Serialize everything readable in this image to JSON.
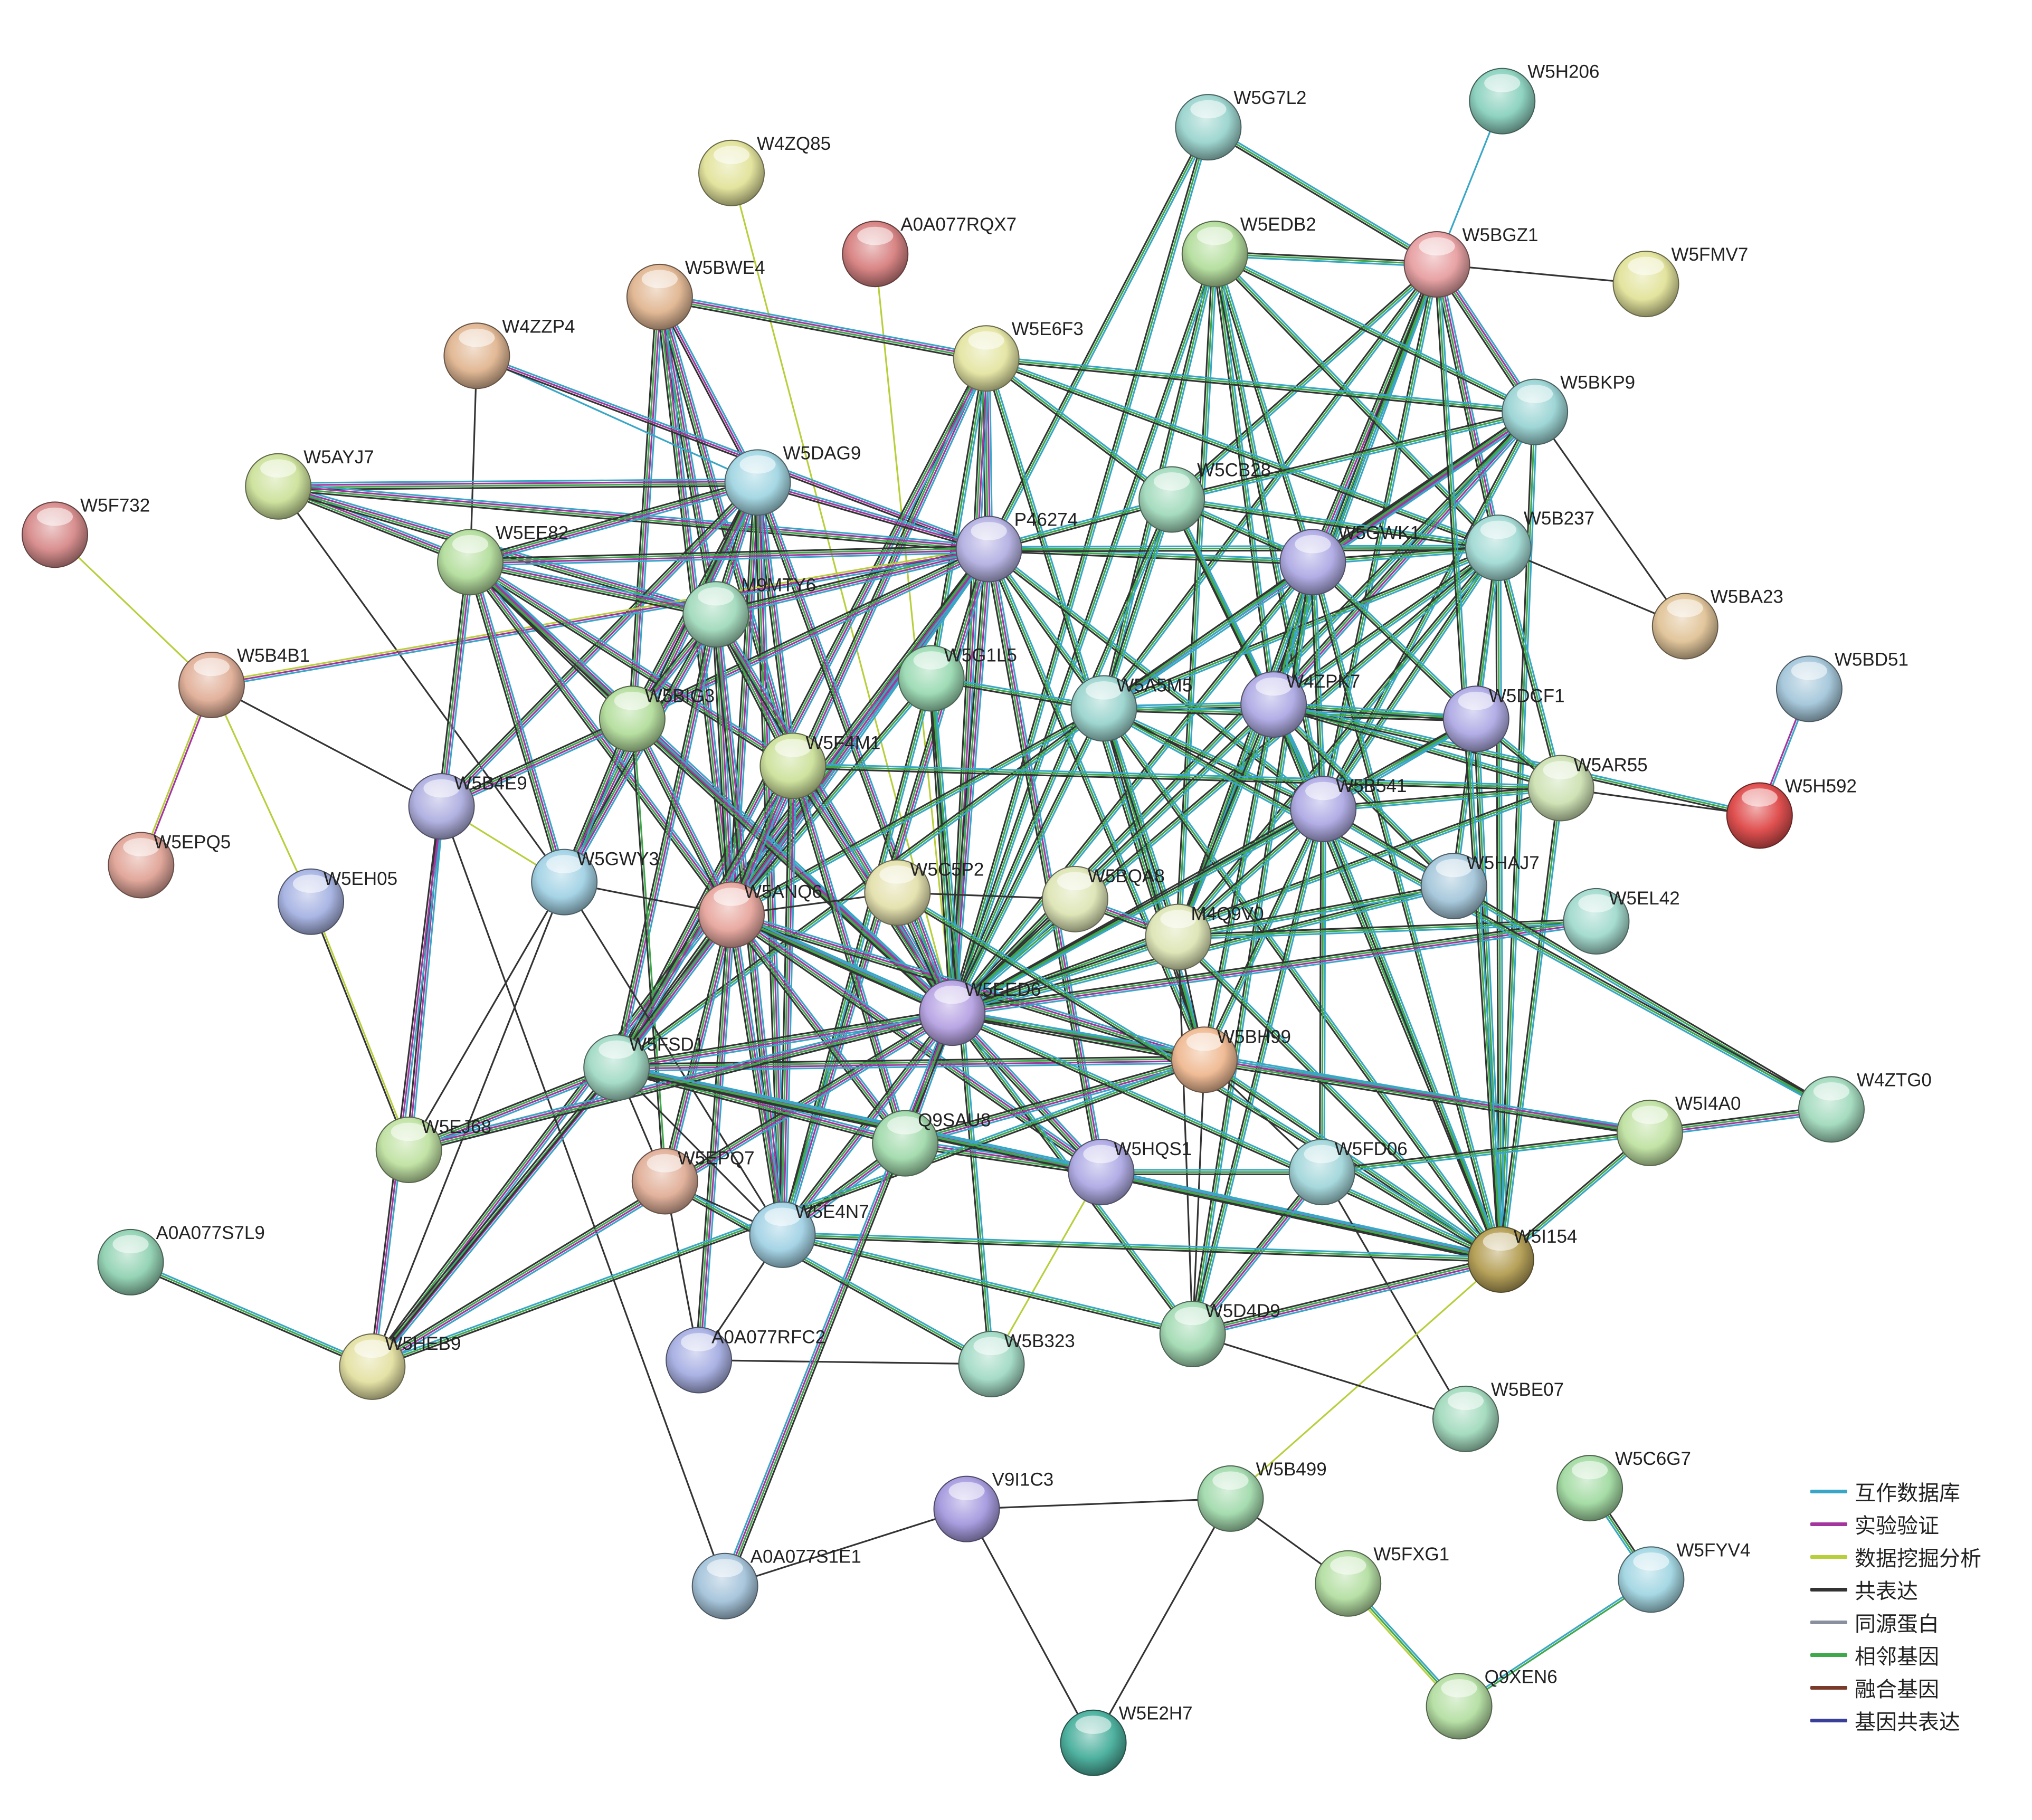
{
  "legend": {
    "items": [
      {
        "label": "互作数据库",
        "color": "#3aa6c6"
      },
      {
        "label": "实验验证",
        "color": "#a4359e"
      },
      {
        "label": "数据挖掘分析",
        "color": "#b8cf3c"
      },
      {
        "label": "共表达",
        "color": "#333333"
      },
      {
        "label": "同源蛋白",
        "color": "#8a8fa0"
      },
      {
        "label": "相邻基因",
        "color": "#3fa84a"
      },
      {
        "label": "融合基因",
        "color": "#7a3a2a"
      },
      {
        "label": "基因共表达",
        "color": "#3a3f9a"
      }
    ]
  },
  "nodes": [
    {
      "id": "W5H206",
      "color": "#8fd3c0"
    },
    {
      "id": "W5G7L2",
      "color": "#9fd6d0"
    },
    {
      "id": "W4ZQ85",
      "color": "#e3e49e"
    },
    {
      "id": "A0A077RQX7",
      "color": "#d98585"
    },
    {
      "id": "W5EDB2",
      "color": "#b7dfa1"
    },
    {
      "id": "W5BGZ1",
      "color": "#e8a3a5"
    },
    {
      "id": "W5FMV7",
      "color": "#e3e49e"
    },
    {
      "id": "W5BWE4",
      "color": "#e2b996"
    },
    {
      "id": "W5E6F3",
      "color": "#e5e6a6"
    },
    {
      "id": "W4ZZP4",
      "color": "#e2b996"
    },
    {
      "id": "W5BKP9",
      "color": "#9fd6d6"
    },
    {
      "id": "W5AYJ7",
      "color": "#cfe39f"
    },
    {
      "id": "W5DAG9",
      "color": "#a6d8e4"
    },
    {
      "id": "W5F732",
      "color": "#d98f8f"
    },
    {
      "id": "P46274",
      "color": "#b7b4e4"
    },
    {
      "id": "W5CB28",
      "color": "#a6dcbf"
    },
    {
      "id": "W5EE82",
      "color": "#b7dfa1"
    },
    {
      "id": "W5B237",
      "color": "#a6dcd6"
    },
    {
      "id": "W5GWK1",
      "color": "#b2aee6"
    },
    {
      "id": "M9MTY6",
      "color": "#a6dcbf"
    },
    {
      "id": "W5BA23",
      "color": "#e2c69c"
    },
    {
      "id": "W5B4B1",
      "color": "#e2b29c"
    },
    {
      "id": "W5BD51",
      "color": "#a8c9dc"
    },
    {
      "id": "W5G1L5",
      "color": "#9fdcb6"
    },
    {
      "id": "W5A5M5",
      "color": "#9fd6d0"
    },
    {
      "id": "W4ZPK7",
      "color": "#b2aee6"
    },
    {
      "id": "W5DCF1",
      "color": "#b2aee6"
    },
    {
      "id": "W5BIG3",
      "color": "#b7dfa1"
    },
    {
      "id": "W5F4M1",
      "color": "#cfe39f"
    },
    {
      "id": "W5AR55",
      "color": "#cfe3b6"
    },
    {
      "id": "W5B4E9",
      "color": "#b2b2e2"
    },
    {
      "id": "W5B541",
      "color": "#b2aee6"
    },
    {
      "id": "W5H592",
      "color": "#e05050"
    },
    {
      "id": "W5EPQ5",
      "color": "#e2a89c"
    },
    {
      "id": "W5GWY3",
      "color": "#a6d4e6"
    },
    {
      "id": "W5HAJ7",
      "color": "#a8c9dc"
    },
    {
      "id": "W5EH05",
      "color": "#aab6e4"
    },
    {
      "id": "W5ANQ6",
      "color": "#e8aaa2"
    },
    {
      "id": "W5C5P2",
      "color": "#e5e2b0"
    },
    {
      "id": "W5BQA8",
      "color": "#dfe6b8"
    },
    {
      "id": "W5EL42",
      "color": "#a6dcd0"
    },
    {
      "id": "M4Q9V0",
      "color": "#dfe6b8"
    },
    {
      "id": "W5EED6",
      "color": "#b9a6e4"
    },
    {
      "id": "W5BH99",
      "color": "#f0bc96"
    },
    {
      "id": "W4ZTG0",
      "color": "#a6dcc0"
    },
    {
      "id": "W5FSD1",
      "color": "#a6dcc8"
    },
    {
      "id": "W5I4A0",
      "color": "#c2e3a6"
    },
    {
      "id": "Q9SAU8",
      "color": "#a6dcb0"
    },
    {
      "id": "W5EJ68",
      "color": "#c2e3a6"
    },
    {
      "id": "W5HQS1",
      "color": "#b2aee6"
    },
    {
      "id": "W5FD06",
      "color": "#a6d8dc"
    },
    {
      "id": "W5EPQ7",
      "color": "#e2b29c"
    },
    {
      "id": "W5E4N7",
      "color": "#a6d4e6"
    },
    {
      "id": "W5I154",
      "color": "#b7a25a"
    },
    {
      "id": "A0A077S7L9",
      "color": "#96d4b6"
    },
    {
      "id": "W5D4D9",
      "color": "#a6dcb6"
    },
    {
      "id": "A0A077RFC2",
      "color": "#aab2e4"
    },
    {
      "id": "W5HEB9",
      "color": "#e5e2a6"
    },
    {
      "id": "W5B323",
      "color": "#a6dcc8"
    },
    {
      "id": "W5BE07",
      "color": "#a6dcc0"
    },
    {
      "id": "W5C6G7",
      "color": "#a6dca6"
    },
    {
      "id": "V9I1C3",
      "color": "#a89ee0"
    },
    {
      "id": "W5B499",
      "color": "#a6dcb0"
    },
    {
      "id": "W5FYV4",
      "color": "#a6d8e4"
    },
    {
      "id": "W5FXG1",
      "color": "#b7e0a6"
    },
    {
      "id": "A0A077S1E1",
      "color": "#a8c6dc"
    },
    {
      "id": "Q9XEN6",
      "color": "#b7e0a6"
    },
    {
      "id": "W5E2H7",
      "color": "#4fb2a0"
    }
  ]
}
